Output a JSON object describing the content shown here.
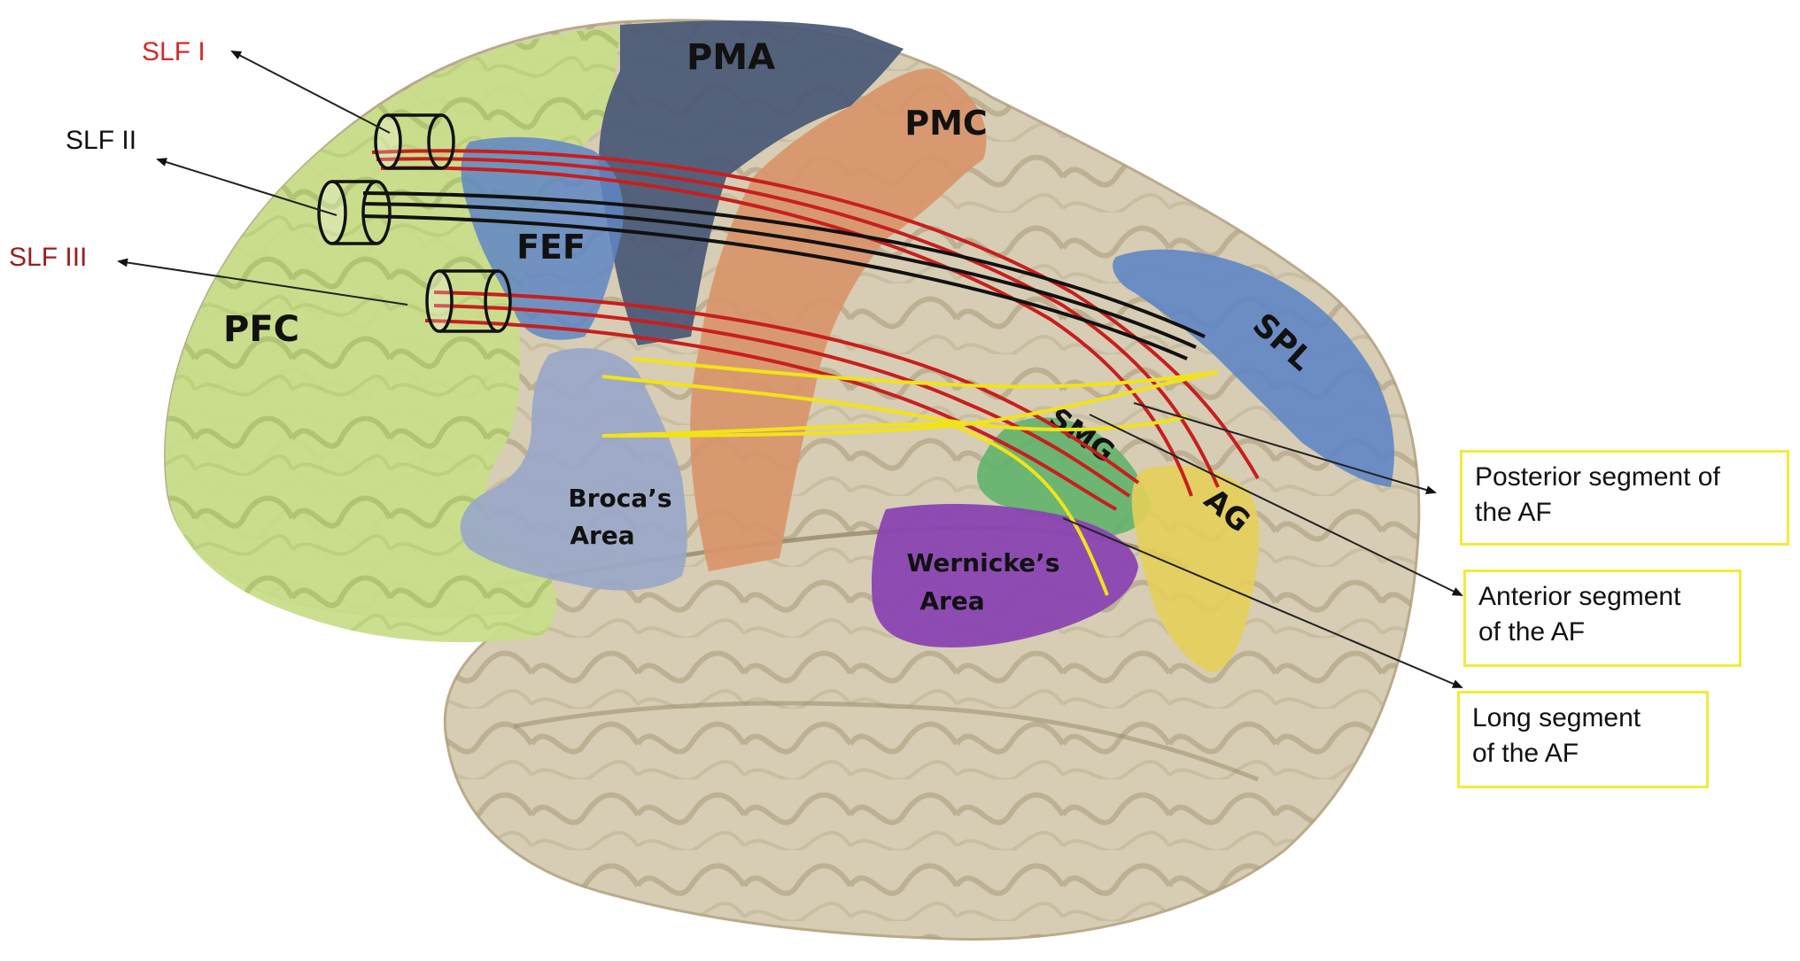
{
  "colors": {
    "slf_I": "#d42a2a",
    "slf_II": "#111111",
    "slf_III": "#9b1c1c",
    "fibers_red": "#c81e1e",
    "fibers_black": "#111111",
    "fibers_af": "#f2e318",
    "box_border": "#f3ea3a",
    "pfc": "#c9dd8a",
    "pma": "#4d5b78",
    "pmc": "#d9956a",
    "fef": "#5f86c4",
    "spl": "#5f86c4",
    "broca": "#9aa7c8",
    "smg": "#61b36c",
    "ag": "#e6cf5a",
    "wernicke": "#8a44b3",
    "brain_tissue": "#d7cdb4"
  },
  "slf_labels": {
    "slf1": "SLF I",
    "slf2": "SLF II",
    "slf3": "SLF III"
  },
  "regions": {
    "pma": "PMA",
    "pmc": "PMC",
    "fef": "FEF",
    "pfc": "PFC",
    "spl": "SPL",
    "smg": "SMG",
    "ag": "AG",
    "broca_line1": "Broca’s",
    "broca_line2": "Area",
    "wernicke_line1": "Wernicke’s",
    "wernicke_line2": "Area"
  },
  "segments": {
    "posterior": {
      "line1": "Posterior segment of",
      "line2": "the AF"
    },
    "anterior": {
      "line1": "Anterior segment",
      "line2": "of the AF"
    },
    "long": {
      "line1": "Long segment",
      "line2": "of the AF"
    }
  }
}
